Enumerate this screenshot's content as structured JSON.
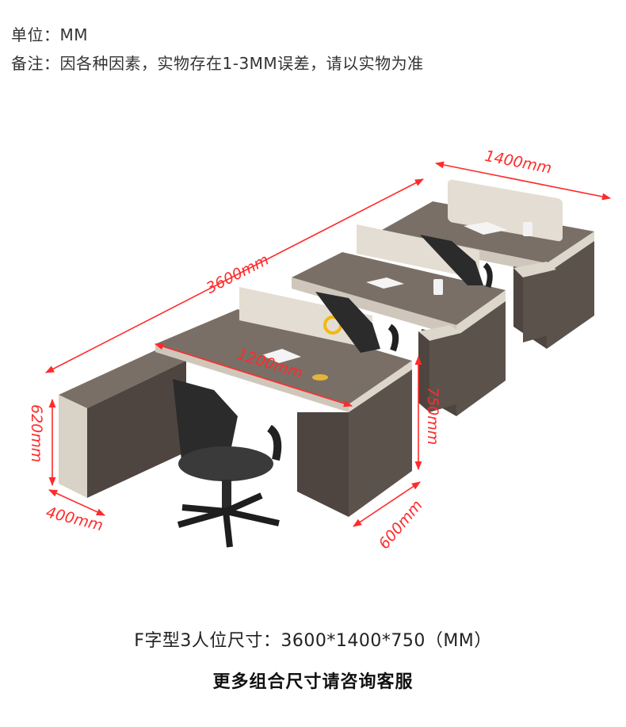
{
  "header": {
    "unit": "单位：MM",
    "note": "备注：因各种因素，实物存在1-3MM误差，请以实物为准"
  },
  "dimensions": {
    "total_length": "3600mm",
    "depth": "1400mm",
    "desk_width": "1200mm",
    "desk_height": "750mm",
    "cabinet_height": "620mm",
    "cabinet_depth": "400mm",
    "desk_depth": "600mm"
  },
  "footer": {
    "spec": "F字型3人位尺寸：3600*1400*750（MM）",
    "more": "更多组合尺寸请咨询客服"
  },
  "colors": {
    "dimension_line": "#ff2b2b",
    "wood_top": "#7a6f66",
    "wood_side": "#4e4540",
    "panel": "#e4ddd3",
    "cabinet_light": "#d9d2c6"
  }
}
